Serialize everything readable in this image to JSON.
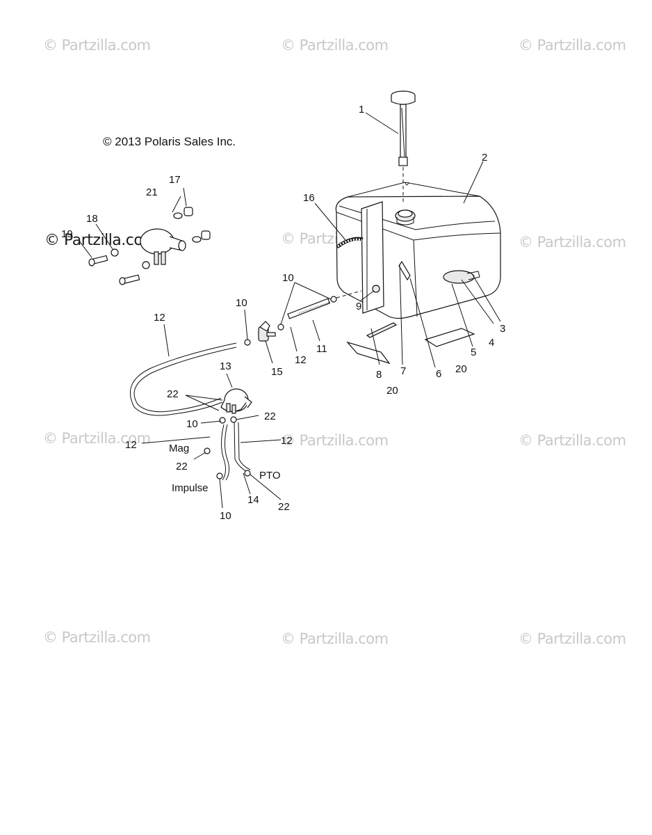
{
  "watermark": "© Partzilla.com",
  "copyright": "© 2013 Polaris Sales Inc.",
  "watermarks": [
    {
      "id": "wm-1",
      "tone": "light"
    },
    {
      "id": "wm-2",
      "tone": "light"
    },
    {
      "id": "wm-3",
      "tone": "light"
    },
    {
      "id": "wm-4",
      "tone": "dark"
    },
    {
      "id": "wm-5",
      "tone": "light"
    },
    {
      "id": "wm-6",
      "tone": "light"
    },
    {
      "id": "wm-7",
      "tone": "light"
    },
    {
      "id": "wm-8",
      "tone": "light"
    },
    {
      "id": "wm-9",
      "tone": "light"
    },
    {
      "id": "wm-10",
      "tone": "light"
    },
    {
      "id": "wm-11",
      "tone": "light"
    },
    {
      "id": "wm-12",
      "tone": "light"
    }
  ],
  "callouts": [
    {
      "id": "c1",
      "text": "1"
    },
    {
      "id": "c2",
      "text": "2"
    },
    {
      "id": "c3",
      "text": "3"
    },
    {
      "id": "c4",
      "text": "4"
    },
    {
      "id": "c5",
      "text": "5"
    },
    {
      "id": "c6",
      "text": "6"
    },
    {
      "id": "c7",
      "text": "7"
    },
    {
      "id": "c8",
      "text": "8"
    },
    {
      "id": "c9",
      "text": "9"
    },
    {
      "id": "c10a",
      "text": "10"
    },
    {
      "id": "c10b",
      "text": "10"
    },
    {
      "id": "c10c",
      "text": "10"
    },
    {
      "id": "c10d",
      "text": "10"
    },
    {
      "id": "c11",
      "text": "11"
    },
    {
      "id": "c12a",
      "text": "12"
    },
    {
      "id": "c12b",
      "text": "12"
    },
    {
      "id": "c12c",
      "text": "12"
    },
    {
      "id": "c12d",
      "text": "12"
    },
    {
      "id": "c13",
      "text": "13"
    },
    {
      "id": "c14",
      "text": "14"
    },
    {
      "id": "c15",
      "text": "15"
    },
    {
      "id": "c16",
      "text": "16"
    },
    {
      "id": "c17",
      "text": "17"
    },
    {
      "id": "c18",
      "text": "18"
    },
    {
      "id": "c19",
      "text": "19"
    },
    {
      "id": "c20a",
      "text": "20"
    },
    {
      "id": "c20b",
      "text": "20"
    },
    {
      "id": "c21",
      "text": "21"
    },
    {
      "id": "c22a",
      "text": "22"
    },
    {
      "id": "c22b",
      "text": "22"
    },
    {
      "id": "c22c",
      "text": "22"
    },
    {
      "id": "c22d",
      "text": "22"
    }
  ],
  "annotations": {
    "mag": "Mag",
    "pto": "PTO",
    "impulse": "Impulse"
  }
}
